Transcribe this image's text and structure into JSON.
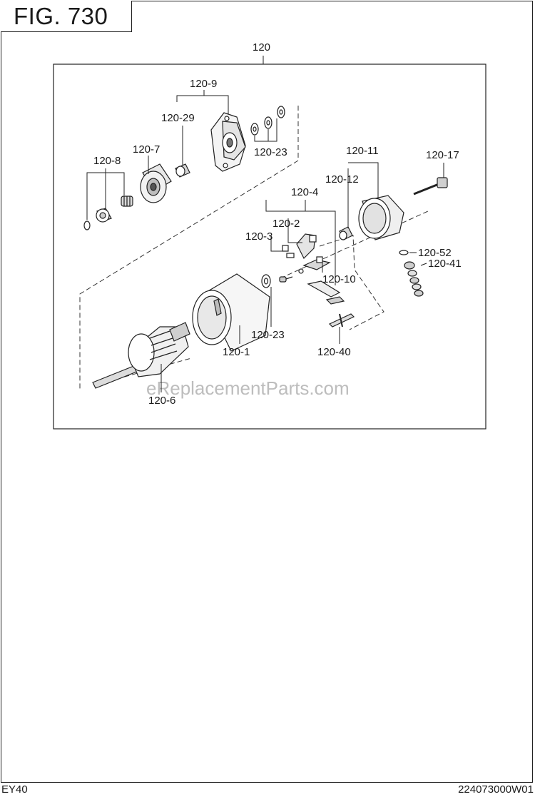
{
  "figure_label": "FIG. 730",
  "footer": {
    "model": "EY40",
    "code": "224073000W01"
  },
  "watermark": "eReplacementParts.com",
  "callouts": {
    "c120": "120",
    "c120_9": "120-9",
    "c120_29": "120-29",
    "c120_23_top": "120-23",
    "c120_7": "120-7",
    "c120_8": "120-8",
    "c120_11": "120-11",
    "c120_17": "120-17",
    "c120_12": "120-12",
    "c120_4": "120-4",
    "c120_2": "120-2",
    "c120_3": "120-3",
    "c120_52": "120-52",
    "c120_41": "120-41",
    "c120_10": "120-10",
    "c120_23_mid": "120-23",
    "c120_1": "120-1",
    "c120_40": "120-40",
    "c120_6": "120-6"
  },
  "parts": [
    {
      "id": "120-1",
      "name": "yoke-housing-icon"
    },
    {
      "id": "120-6",
      "name": "armature-icon"
    },
    {
      "id": "120-7",
      "name": "pinion-clutch-icon"
    },
    {
      "id": "120-8",
      "name": "pinion-stop-icon"
    },
    {
      "id": "120-9",
      "name": "front-bracket-icon"
    },
    {
      "id": "120-11",
      "name": "rear-cover-icon"
    },
    {
      "id": "120-17",
      "name": "through-bolt-icon"
    },
    {
      "id": "120-40",
      "name": "terminal-plate-icon"
    }
  ]
}
